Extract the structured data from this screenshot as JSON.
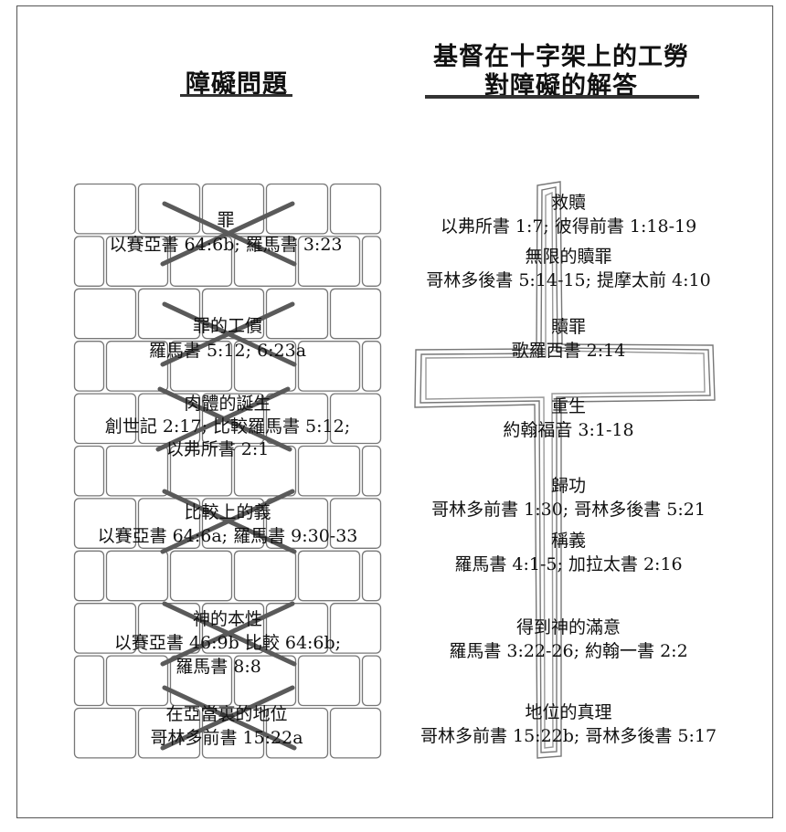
{
  "headings": {
    "left": "障礙問題",
    "right_line1": "基督在十字架上的工勞",
    "right_line2": "對障礙的解答"
  },
  "obstacles": [
    {
      "title": "罪",
      "refs": [
        "以賽亞書 64:6b; 羅馬書 3:23"
      ]
    },
    {
      "title": "罪的工價",
      "refs": [
        "羅馬書 5:12; 6:23a"
      ]
    },
    {
      "title": "肉體的誕生",
      "refs": [
        "創世記 2:17; 比較羅馬書 5:12;",
        "以弗所書 2:1"
      ]
    },
    {
      "title": "比較上的義",
      "refs": [
        "以賽亞書 64:6a; 羅馬書 9:30-33"
      ]
    },
    {
      "title": "神的本性",
      "refs": [
        "以賽亞書 46:9b 比較 64:6b;",
        "羅馬書 8:8"
      ]
    },
    {
      "title": "在亞當裏的地位",
      "refs": [
        "哥林多前書 15:22a"
      ]
    }
  ],
  "answers": [
    {
      "title": "救贖",
      "ref": "以弗所書 1:7; 彼得前書 1:18-19"
    },
    {
      "title": "無限的贖罪",
      "ref": "哥林多後書 5:14-15; 提摩太前 4:10"
    },
    {
      "title": "贖罪",
      "ref": "歌羅西書 2:14"
    },
    {
      "title": "重生",
      "ref": "約翰福音 3:1-18"
    },
    {
      "title": "歸功",
      "ref": "哥林多前書 1:30; 哥林多後書 5:21"
    },
    {
      "title": "稱義",
      "ref": "羅馬書 4:1-5; 加拉太書 2:16"
    },
    {
      "title": "得到神的滿意",
      "ref": "羅馬書 3:22-26; 約翰一書 2:2"
    },
    {
      "title": "地位的真理",
      "ref": "哥林多前書 15:22b; 哥林多後書 5:17"
    }
  ]
}
